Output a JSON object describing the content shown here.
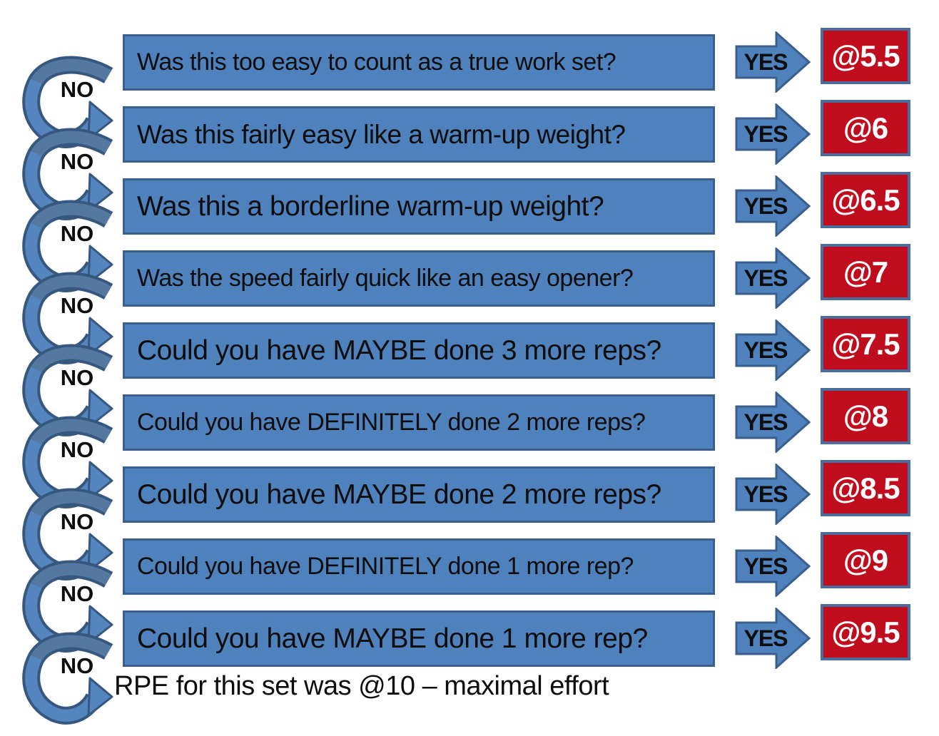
{
  "labels": {
    "yes": "YES",
    "no": "NO"
  },
  "rows": [
    {
      "question": "Was this too easy to count as a true work set?",
      "rpe": "@5.5"
    },
    {
      "question": "Was this fairly easy like a warm-up weight?",
      "rpe": "@6"
    },
    {
      "question": "Was this a borderline warm-up weight?",
      "rpe": "@6.5"
    },
    {
      "question": "Was the speed fairly quick like an easy opener?",
      "rpe": "@7"
    },
    {
      "question": "Could you have MAYBE done 3 more reps?",
      "rpe": "@7.5"
    },
    {
      "question": "Could you have DEFINITELY done 2 more reps?",
      "rpe": "@8"
    },
    {
      "question": "Could you have MAYBE done 2 more reps?",
      "rpe": "@8.5"
    },
    {
      "question": "Could you have DEFINITELY done 1 more rep?",
      "rpe": "@9"
    },
    {
      "question": "Could you have MAYBE done 1 more rep?",
      "rpe": "@9.5"
    }
  ],
  "final_line": "RPE for this set was @10 – maximal effort",
  "colors": {
    "box_blue": "#4F81BD",
    "box_blue_border": "#3A5F8C",
    "rpe_red": "#C00D1D",
    "rpe_red_border": "#4A6D9E",
    "loop_dark": "#36587E",
    "loop_top_band": "#54789F",
    "loop_bottom_band": "#5585BE",
    "text_black": "#0D0D0D",
    "text_white": "#FFFFFF"
  }
}
